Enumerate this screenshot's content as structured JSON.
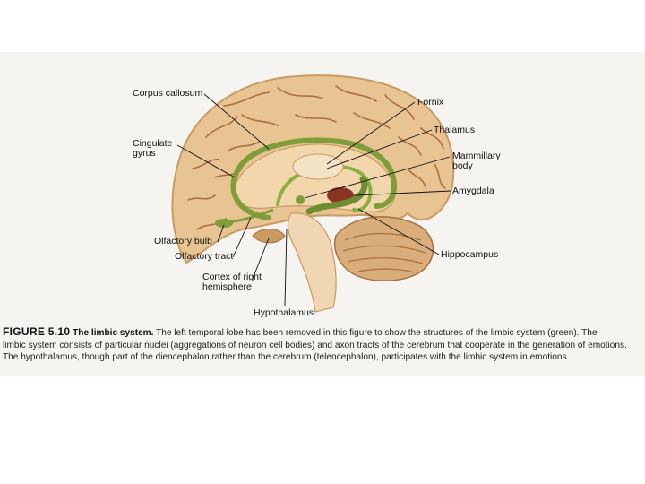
{
  "figure": {
    "number": "FIGURE 5.10",
    "title": "The limbic system.",
    "caption_lines": [
      "The left temporal lobe has been removed in this figure to show the structures of the limbic system (green). The",
      "limbic system consists of particular nuclei (aggregations of neuron cell bodies) and axon tracts of the cerebrum that cooperate in the generation of emotions.",
      "The hypothalamus, though part of the diencephalon rather than the cerebrum (telencephalon), participates with the limbic system in emotions."
    ]
  },
  "labels": {
    "corpus_callosum": "Corpus callosum",
    "cingulate_gyrus": "Cingulate\ngyrus",
    "olfactory_bulb": "Olfactory bulb",
    "olfactory_tract": "Olfactory tract",
    "cortex_right_hemisphere": "Cortex of right\nhemisphere",
    "hypothalamus": "Hypothalamus",
    "fornix": "Fornix",
    "thalamus": "Thalamus",
    "mammillary_body": "Mammillary\nbody",
    "amygdala": "Amygdala",
    "hippocampus": "Hippocampus"
  },
  "colors": {
    "page": "#ffffff",
    "figure_background": "#f5f4f1",
    "cortex": "#e9c493",
    "cortex_shadow": "#c99a62",
    "sulcus": "#a8703c",
    "limbic_green": "#7f9e3a",
    "brainstem": "#f0d6b2",
    "cerebellum": "#d9ae7c",
    "amygdala_red": "#8a3422",
    "leader_line": "#111111"
  }
}
